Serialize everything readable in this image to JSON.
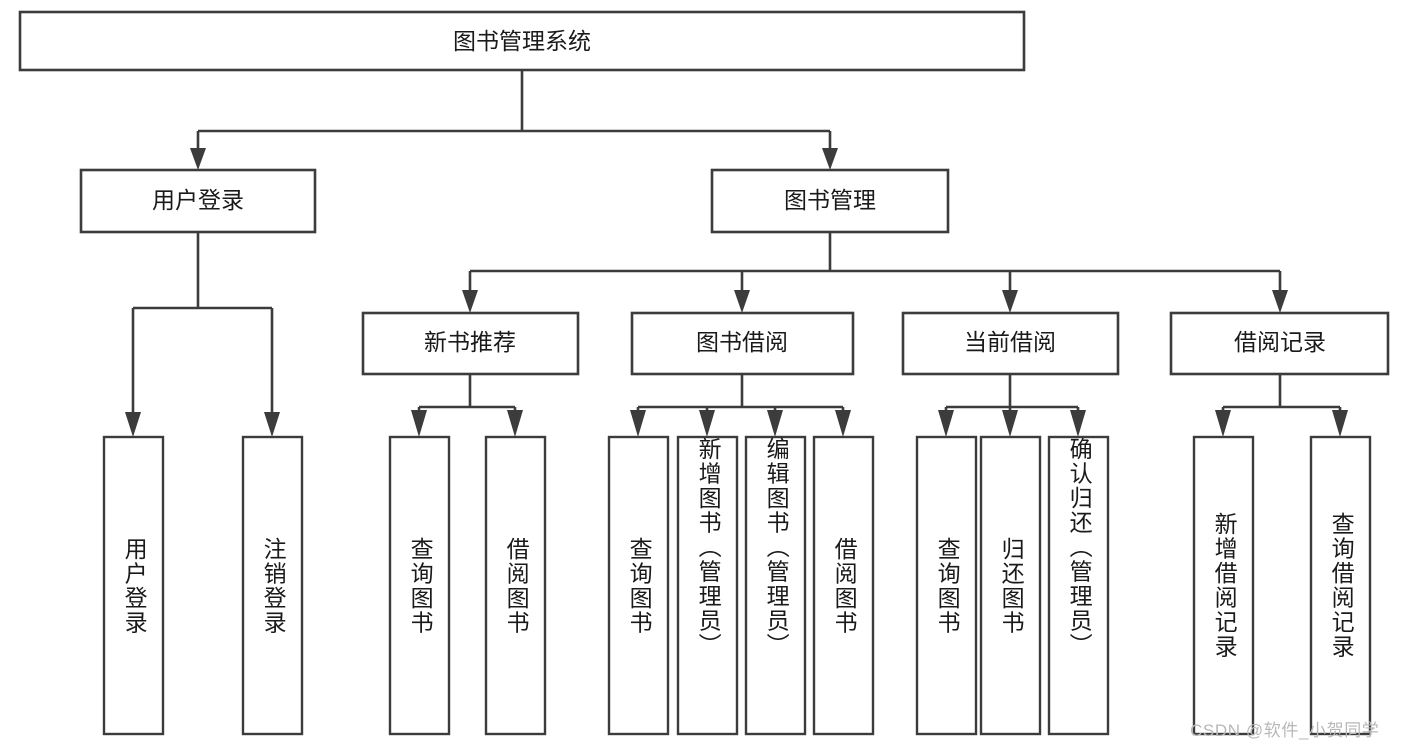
{
  "diagram": {
    "title": "图书管理系统",
    "type": "tree-hierarchy",
    "orientation": "top-down",
    "watermark": "CSDN @软件_小贺同学",
    "colors": {
      "box_stroke": "#3c3c3c",
      "box_fill": "#ffffff",
      "connector": "#3c3c3c",
      "text": "#1a1a1a",
      "watermark": "#b8b8b8",
      "background": "#ffffff"
    },
    "root": {
      "label": "图书管理系统"
    },
    "level2": [
      {
        "label": "用户登录"
      },
      {
        "label": "图书管理"
      }
    ],
    "level3": [
      {
        "label": "新书推荐"
      },
      {
        "label": "图书借阅"
      },
      {
        "label": "当前借阅"
      },
      {
        "label": "借阅记录"
      }
    ],
    "leaves": {
      "user_login": [
        {
          "label": "用户登录"
        },
        {
          "label": "注销登录"
        }
      ],
      "new_book_recommend": [
        {
          "label": "查询图书"
        },
        {
          "label": "借阅图书"
        }
      ],
      "book_borrow": [
        {
          "label": "查询图书"
        },
        {
          "label": "新增图书（管理员）"
        },
        {
          "label": "编辑图书（管理员）"
        },
        {
          "label": "借阅图书"
        }
      ],
      "current_borrow": [
        {
          "label": "查询图书"
        },
        {
          "label": "归还图书"
        },
        {
          "label": "确认归还（管理员）"
        }
      ],
      "borrow_record": [
        {
          "label": "新增借阅记录"
        },
        {
          "label": "查询借阅记录"
        }
      ]
    }
  }
}
